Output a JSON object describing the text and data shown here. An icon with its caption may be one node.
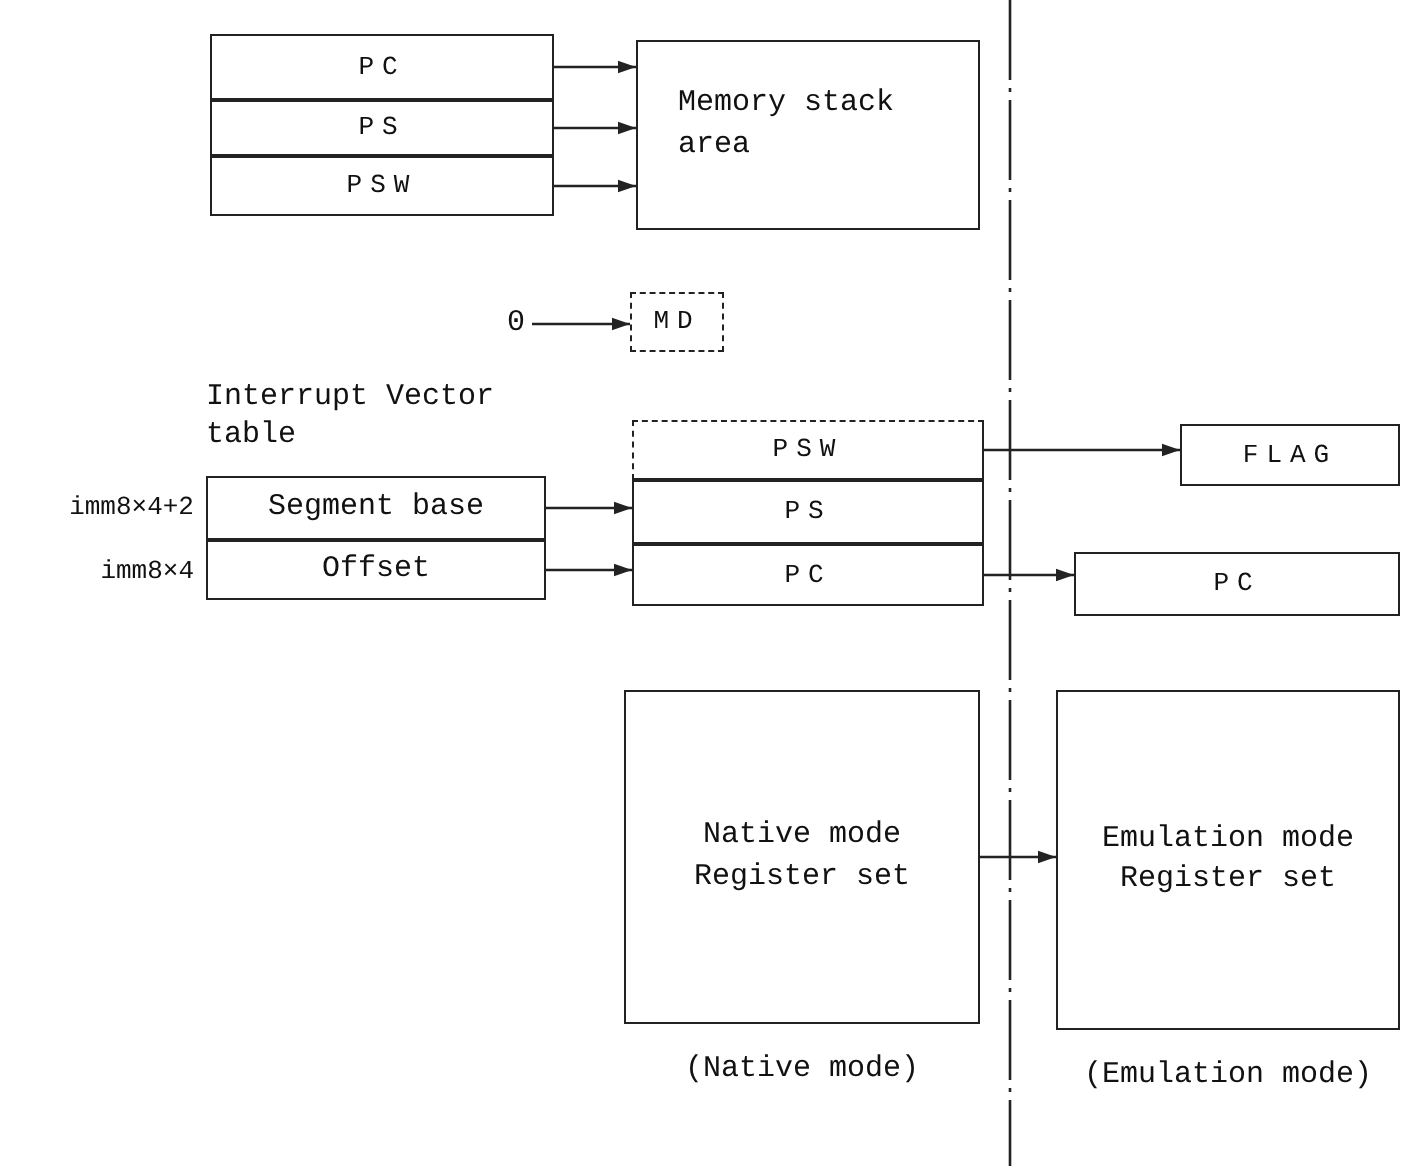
{
  "diagram": {
    "nodes": [
      {
        "text": [
          "PC"
        ]
      },
      {
        "text": [
          "PS"
        ]
      },
      {
        "text": [
          "PSW"
        ]
      },
      {
        "text": [
          "Memory stack area"
        ]
      },
      {
        "text": [
          "0"
        ]
      },
      {
        "text": [
          "MD"
        ]
      },
      {
        "text": [
          "Segment base"
        ],
        "beside": [
          "imm8×4+2"
        ]
      },
      {
        "text": [
          "Offset"
        ],
        "beside": [
          "imm8×4"
        ]
      },
      {
        "text": [
          "PSW"
        ]
      },
      {
        "text": [
          "PS"
        ]
      },
      {
        "text": [
          "PC"
        ]
      },
      {
        "text": [
          "FLAG"
        ]
      },
      {
        "text": [
          "PC"
        ]
      },
      {
        "text": [
          "Native mode Register set"
        ],
        "beside": [
          "(Native mode)"
        ]
      },
      {
        "text": [
          "Emulation mode Register set"
        ],
        "beside": [
          "(Emulation mode)"
        ]
      }
    ],
    "edges": [
      {
        "from": 0,
        "to": 3,
        "arrow": "to"
      },
      {
        "from": 1,
        "to": 3,
        "arrow": "to"
      },
      {
        "from": 2,
        "to": 3,
        "arrow": "to"
      },
      {
        "from": 4,
        "to": 5,
        "arrow": "to"
      },
      {
        "from": 6,
        "to": 9,
        "arrow": "to"
      },
      {
        "from": 7,
        "to": 10,
        "arrow": "to"
      },
      {
        "from": 8,
        "to": 11,
        "arrow": "to"
      },
      {
        "from": 10,
        "to": 12,
        "arrow": "to"
      },
      {
        "from": 13,
        "to": 14,
        "arrow": "to"
      }
    ],
    "labels": [
      "Interrupt Vector table"
    ]
  }
}
